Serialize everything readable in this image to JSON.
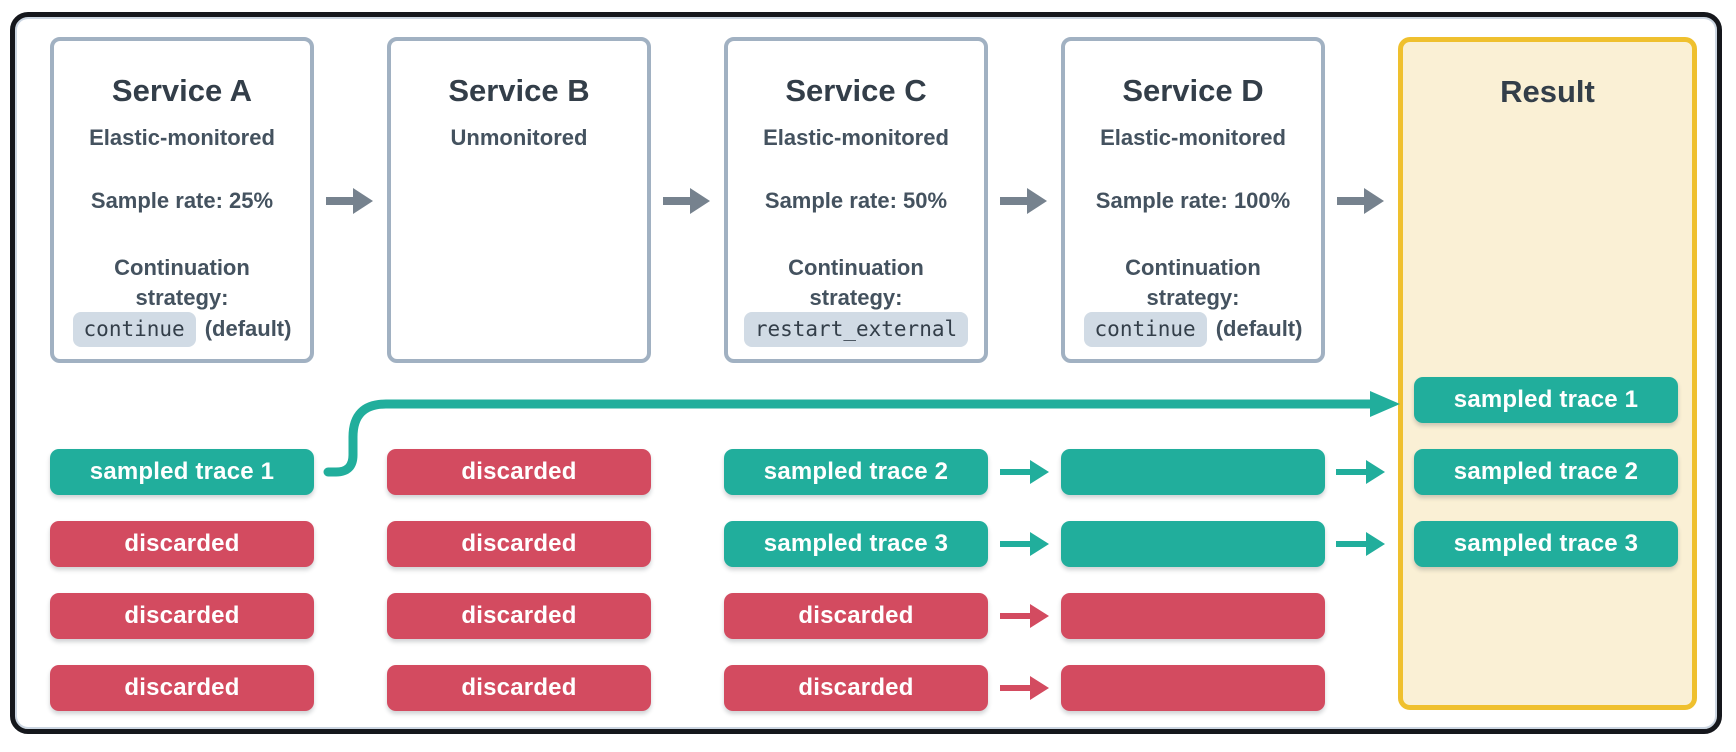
{
  "colors": {
    "teal": "#21ae9c",
    "red": "#d34b60",
    "flow_arrow_gray": "#76828e",
    "service_box_border": "#a1b1c2",
    "frame_border": "#15171c",
    "frame_inner_line": "#ccd6e2",
    "chip_bg": "#d1dbe5",
    "title_text": "#333e49",
    "body_text": "#44525f",
    "result_bg": "#faf0d5",
    "result_border": "#efc02e",
    "pill_text": "#ffffff"
  },
  "services": [
    {
      "name": "Service A",
      "monitoring": "Elastic-monitored",
      "sample_rate": "Sample rate: 25%",
      "strategy_label": "Continuation strategy:",
      "strategy_code": "continue",
      "strategy_note": "(default)"
    },
    {
      "name": "Service B",
      "monitoring": "Unmonitored"
    },
    {
      "name": "Service C",
      "monitoring": "Elastic-monitored",
      "sample_rate": "Sample rate: 50%",
      "strategy_label": "Continuation strategy:",
      "strategy_code": "restart_external",
      "strategy_note": ""
    },
    {
      "name": "Service D",
      "monitoring": "Elastic-monitored",
      "sample_rate": "Sample rate: 100%",
      "strategy_label": "Continuation strategy:",
      "strategy_code": "continue",
      "strategy_note": "(default)"
    }
  ],
  "columns": [
    {
      "service": "Service A",
      "pills": [
        {
          "type": "sampled",
          "label": "sampled trace 1"
        },
        {
          "type": "discarded",
          "label": "discarded"
        },
        {
          "type": "discarded",
          "label": "discarded"
        },
        {
          "type": "discarded",
          "label": "discarded"
        }
      ]
    },
    {
      "service": "Service B",
      "pills": [
        {
          "type": "discarded",
          "label": "discarded"
        },
        {
          "type": "discarded",
          "label": "discarded"
        },
        {
          "type": "discarded",
          "label": "discarded"
        },
        {
          "type": "discarded",
          "label": "discarded"
        }
      ]
    },
    {
      "service": "Service C",
      "pills": [
        {
          "type": "sampled",
          "label": "sampled trace 2"
        },
        {
          "type": "sampled",
          "label": "sampled trace 3"
        },
        {
          "type": "discarded",
          "label": "discarded"
        },
        {
          "type": "discarded",
          "label": "discarded"
        }
      ]
    },
    {
      "service": "Service D",
      "pills": [
        {
          "type": "sampled",
          "label": ""
        },
        {
          "type": "sampled",
          "label": ""
        },
        {
          "type": "discarded",
          "label": ""
        },
        {
          "type": "discarded",
          "label": ""
        }
      ]
    }
  ],
  "result": {
    "title": "Result",
    "pills": [
      {
        "type": "sampled",
        "label": "sampled trace 1"
      },
      {
        "type": "sampled",
        "label": "sampled trace 2"
      },
      {
        "type": "sampled",
        "label": "sampled trace 3"
      }
    ]
  },
  "arrows": {
    "service_flow": [
      "Service A to Service B",
      "Service B to Service C",
      "Service C to Service D",
      "Service D to Result"
    ],
    "trace_flow_c_to_d": [
      "sampled",
      "sampled",
      "discarded",
      "discarded"
    ],
    "trace_flow_d_to_result": [
      "sampled",
      "sampled"
    ],
    "continuation_arrow": "Service A sampled trace 1 to Result sampled trace 1"
  }
}
